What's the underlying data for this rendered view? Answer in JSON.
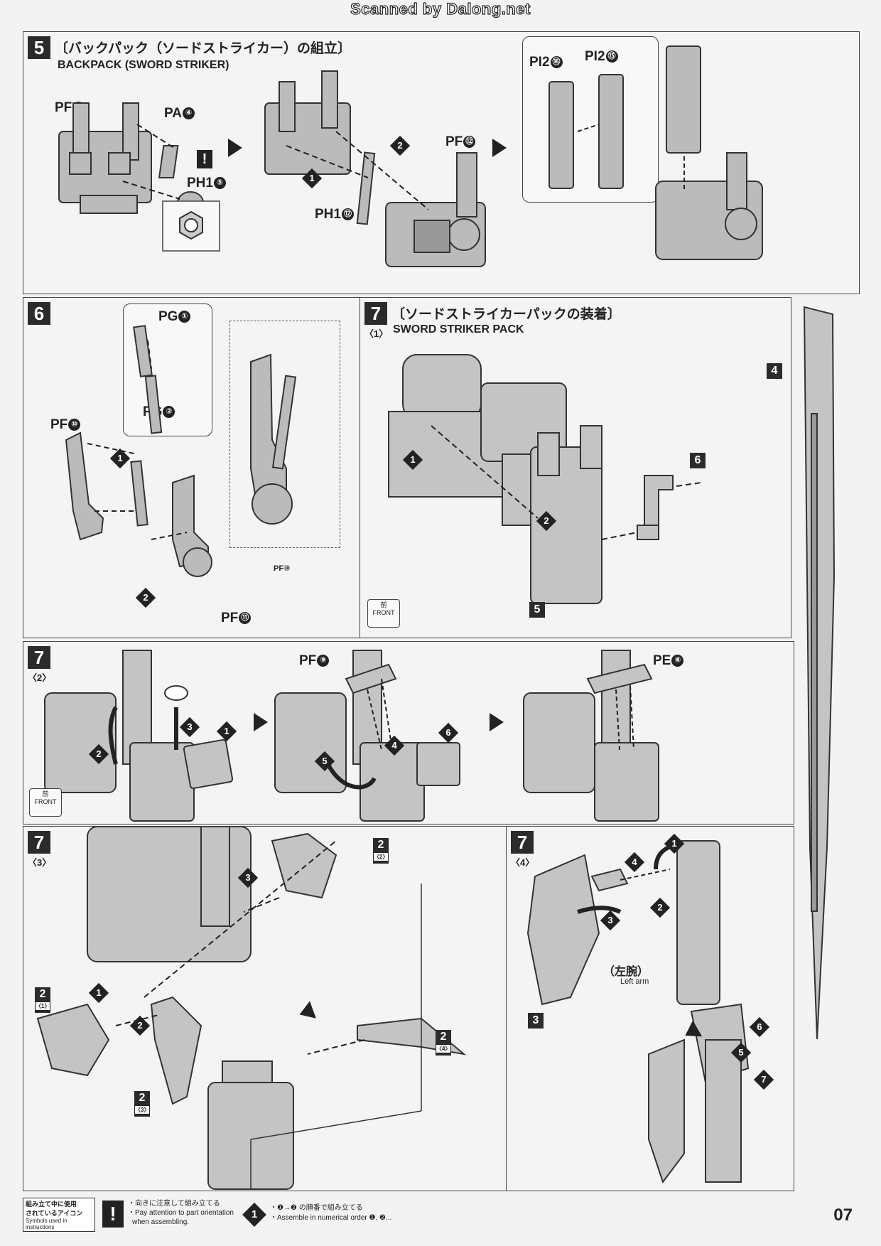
{
  "header": {
    "scan_credit": "Scanned by Dalong.net"
  },
  "step5": {
    "num": "5",
    "jp_title": "〔バックパック（ソードストライカー）の組立〕",
    "en_title": "BACKPACK (SWORD STRIKER)",
    "parts": {
      "pf13": "PF",
      "pf13n": "⑬",
      "pa4": "PA",
      "pa4n": "④",
      "ph15": "PH1",
      "ph15n": "⑤",
      "pf12": "PF",
      "pf12n": "⑫",
      "ph112": "PH1",
      "ph112n": "⑫",
      "pi216": "PI2",
      "pi216n": "⑯",
      "pi215": "PI2",
      "pi215n": "⑮"
    },
    "warn": "!"
  },
  "step6": {
    "num": "6",
    "parts": {
      "pg1": "PG",
      "pg1n": "①",
      "pg2": "PG",
      "pg2n": "②",
      "pf10": "PF",
      "pf10n": "⑩",
      "pf10b": "PF⑩",
      "pf11": "PF",
      "pf11n": "⑪"
    }
  },
  "step7_1": {
    "num": "7",
    "sub": "〈1〉",
    "jp_title": "〔ソードストライカーパックの装着〕",
    "en_title": "SWORD STRIKER PACK",
    "box4": "4",
    "box6": "6",
    "box5": "5",
    "front_jp": "前",
    "front_en": "FRONT"
  },
  "step7_2": {
    "num": "7",
    "sub": "〈2〉",
    "pf9": "PF",
    "pf9n": "⑨",
    "pe8": "PE",
    "pe8n": "⑧",
    "front_jp": "前",
    "front_en": "FRONT"
  },
  "step7_3": {
    "num": "7",
    "sub": "〈3〉",
    "b2a": "2",
    "b2a_sub": "〈2〉",
    "b2b": "2",
    "b2b_sub": "〈1〉",
    "b2c": "2",
    "b2c_sub": "〈3〉",
    "b2d": "2",
    "b2d_sub": "〈4〉"
  },
  "step7_4": {
    "num": "7",
    "sub": "〈4〉",
    "left_arm_jp": "（左腕）",
    "left_arm_en": "Left arm",
    "box3": "3"
  },
  "footer": {
    "legend_jp1": "組み立て中に使用",
    "legend_jp2": "されているアイコン",
    "legend_en": "Symbols used in instructions",
    "icon1_jp": "・向きに注意して組み立てる",
    "icon1_en1": "・Pay attention to part orientation",
    "icon1_en2": "when assembling.",
    "icon2_jp": "・❶→❷ の順番で組み立てる",
    "icon2_en": "・Assemble in numerical order ❶, ❷...",
    "page": "07"
  }
}
